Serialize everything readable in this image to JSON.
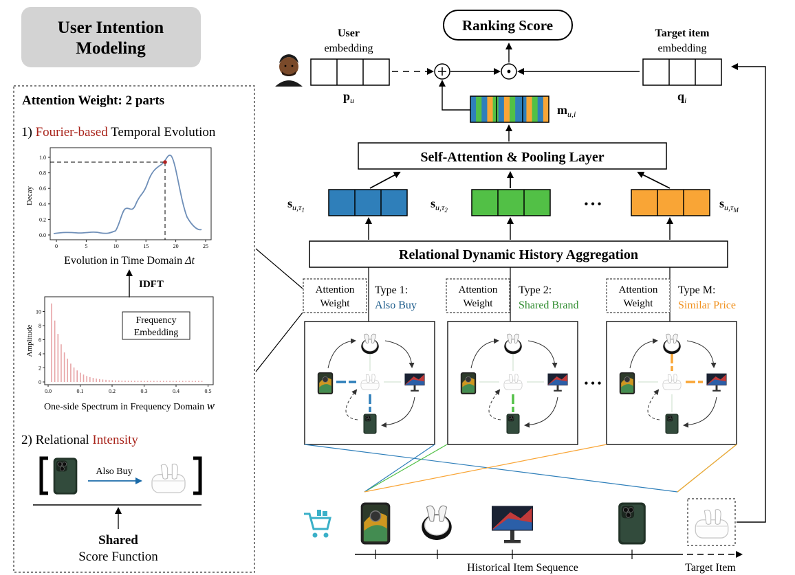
{
  "title": {
    "line1": "User Intention",
    "line2": "Modeling"
  },
  "attention_box": {
    "heading": "Attention Weight: 2 parts",
    "part1": {
      "prefix": "1) ",
      "highlight": "Fourier-based",
      "suffix": " Temporal Evolution"
    },
    "decay_chart": {
      "ylabel": "Decay",
      "xlabel": "Evolution in Time Domain ",
      "xlabel_symbol": "Δt",
      "xticks": [
        "0",
        "5",
        "10",
        "15",
        "20",
        "25"
      ],
      "yticks": [
        "0.0",
        "0.2",
        "0.4",
        "0.6",
        "0.8",
        "1.0"
      ]
    },
    "idft_label": "IDFT",
    "spectrum_chart": {
      "ylabel": "Amplitude",
      "xlabel": "One-side Spectrum in Frequency Domain ",
      "xlabel_symbol": "w",
      "xticks": [
        "0.0",
        "0.1",
        "0.2",
        "0.3",
        "0.4",
        "0.5"
      ],
      "yticks": [
        "0",
        "2",
        "4",
        "6",
        "8",
        "10"
      ],
      "legend_line1": "Frequency",
      "legend_line2": "Embedding"
    },
    "part2": {
      "prefix": "2) Relational ",
      "highlight": "Intensity"
    },
    "relation_label": "Also Buy",
    "shared_label": "Shared",
    "score_function_label": "Score Function"
  },
  "ranking_score": "Ranking Score",
  "user_embedding": {
    "bold": "User",
    "rest": "embedding",
    "symbol": "p",
    "sub": "u"
  },
  "target_embedding": {
    "bold": "Target item",
    "rest": "embedding",
    "symbol": "q",
    "sub": "i"
  },
  "m_symbol": {
    "main": "m",
    "sub": "u,i"
  },
  "self_attention_label": "Self-Attention & Pooling Layer",
  "aggregation_label": "Relational Dynamic History Aggregation",
  "s_vectors": [
    {
      "main": "s",
      "sub": "u,τ",
      "subsub": "1"
    },
    {
      "main": "s",
      "sub": "u,τ",
      "subsub": "2"
    },
    {
      "main": "s",
      "sub": "u,τ",
      "subsub": "M"
    }
  ],
  "ellipsis": "• • •",
  "attention_weight_box": {
    "line1": "Attention",
    "line2": "Weight"
  },
  "relation_types": [
    {
      "type": "Type 1:",
      "name": "Also Buy",
      "color": "#1a5a8a"
    },
    {
      "type": "Type 2:",
      "name": "Shared Brand",
      "color": "#2e8b2e"
    },
    {
      "type": "Type M:",
      "name": "Similar Price",
      "color": "#f0901c"
    }
  ],
  "historical_label": "Historical Item Sequence",
  "target_item_label": "Target Item",
  "colors": {
    "blue": "#2f7fba",
    "green": "#52c046",
    "orange": "#f9a536",
    "red_text": "#a8231a",
    "curve": "#6f8fb8",
    "bar": "#e7a4a6"
  },
  "icon_names": [
    "user-avatar-icon",
    "smartphone-icon",
    "earbuds-case-icon",
    "monitor-icon",
    "iphone-icon",
    "airpods-icon",
    "shopping-cart-icon"
  ]
}
